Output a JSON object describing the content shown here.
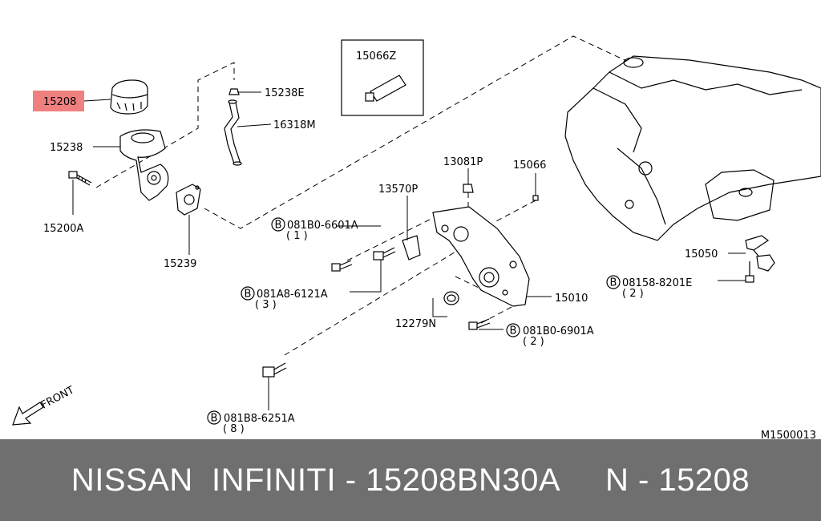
{
  "labels": {
    "p15208": "15208",
    "p15238": "15238",
    "p15200A": "15200A",
    "p15238E": "15238E",
    "p16318M": "16318M",
    "p15239": "15239",
    "p15066Z": "15066Z",
    "p13081P": "13081P",
    "p15066": "15066",
    "p13570P": "13570P",
    "b081B0_6601A": "081B0-6601A",
    "q081B0_6601A": "( 1 )",
    "b081A8_6121A": "081A8-6121A",
    "q081A8_6121A": "( 3 )",
    "p12279N": "12279N",
    "p15010": "15010",
    "b081B0_6901A": "081B0-6901A",
    "q081B0_6901A": "( 2 )",
    "p15050": "15050",
    "b08158_8201E": "08158-8201E",
    "q08158_8201E": "( 2 )",
    "b081B8_6251A": "081B8-6251A",
    "q081B8_6251A": "( 8 )",
    "bolt_symbol": "B",
    "front": "FRONT",
    "figure_code": "M1500013"
  },
  "footer": {
    "text": "NISSAN  INFINITI - 15208BN30A     N - 15208"
  },
  "colors": {
    "highlight": "#f08080",
    "footer_bg": "#6f6f6f",
    "footer_text": "#ffffff"
  }
}
